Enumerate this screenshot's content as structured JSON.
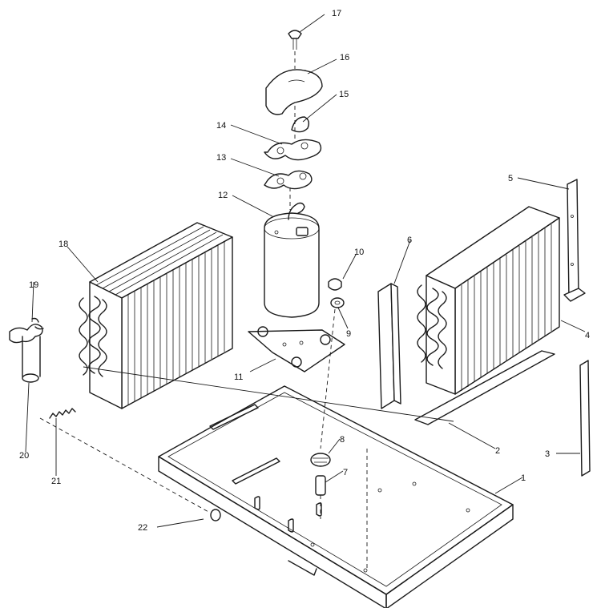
{
  "part_labels": {
    "p1": "1",
    "p2": "2",
    "p3": "3",
    "p4": "4",
    "p5": "5",
    "p6": "6",
    "p7": "7",
    "p8": "8",
    "p9": "9",
    "p10": "10",
    "p11": "11",
    "p12": "12",
    "p13": "13",
    "p14": "14",
    "p15": "15",
    "p16": "16",
    "p17": "17",
    "p18": "18",
    "p19": "19",
    "p20": "20",
    "p21": "21",
    "p22": "22"
  },
  "colors": {
    "ink": "#1a1a1a",
    "paper": "#ffffff"
  }
}
